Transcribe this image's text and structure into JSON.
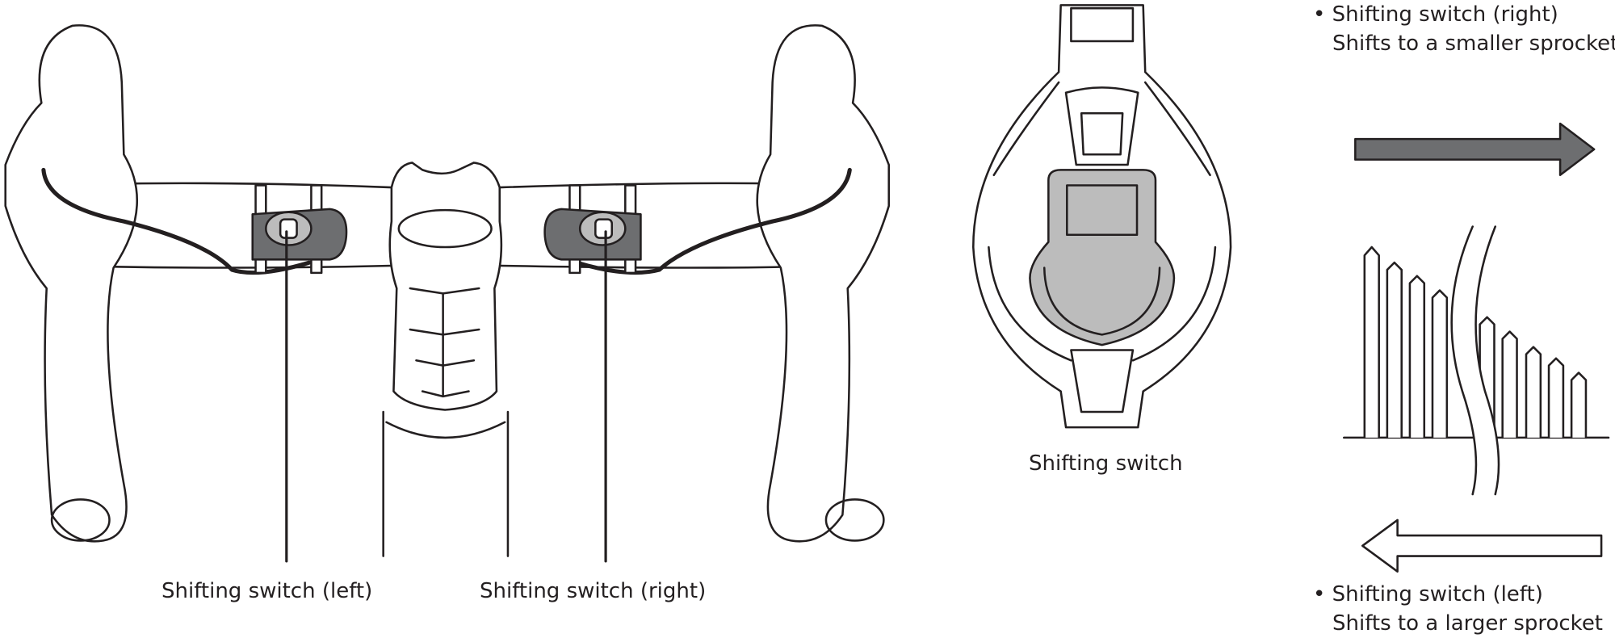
{
  "labels": {
    "left_switch": "Shifting switch (left)",
    "right_switch": "Shifting switch (right)",
    "switch_detail": "Shifting switch"
  },
  "legend": {
    "right": {
      "bullet": "•",
      "title": "Shifting switch (right)",
      "desc": "Shifts to a smaller sprocket"
    },
    "left": {
      "bullet": "•",
      "title": "Shifting switch (left)",
      "desc": "Shifts to a larger sprocket"
    }
  },
  "colors": {
    "ink": "#231f20",
    "switch_grey": "#bcbcbc",
    "switch_dark": "#6d6e70",
    "arrow_dark": "#6d6e70"
  }
}
